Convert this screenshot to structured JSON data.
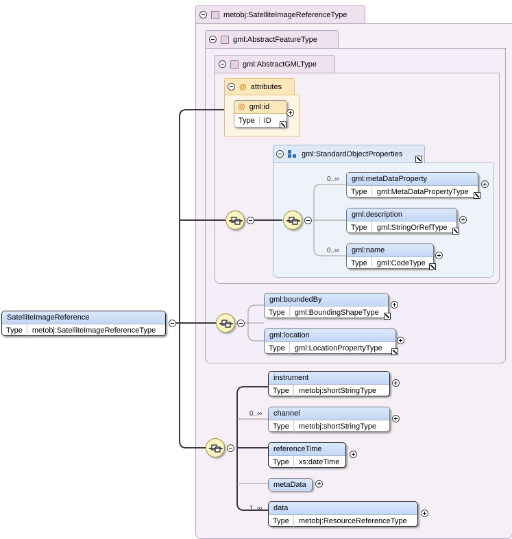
{
  "root": {
    "name": "SatelliteImageReference",
    "type_key": "Type",
    "type_value": "metobj:SatelliteImageReferenceType"
  },
  "types": {
    "outer": "metobj:SatelliteImageReferenceType",
    "feature": "gml:AbstractFeatureType",
    "gml": "gml:AbstractGMLType"
  },
  "attributes": {
    "title": "attributes",
    "at_symbol": "@",
    "id": {
      "name": "gml:id",
      "type_key": "Type",
      "type_value": "ID"
    }
  },
  "group": {
    "name": "gml:StandardObjectProperties"
  },
  "group_elements": [
    {
      "name": "gml:metaDataProperty",
      "type_key": "Type",
      "type_value": "gml:MetaDataPropertyType",
      "cardinality": "0..∞"
    },
    {
      "name": "gml:description",
      "type_key": "Type",
      "type_value": "gml:StringOrRefType",
      "cardinality": ""
    },
    {
      "name": "gml:name",
      "type_key": "Type",
      "type_value": "gml:CodeType",
      "cardinality": "0..∞"
    }
  ],
  "feature_elements": [
    {
      "name": "gml:boundedBy",
      "type_key": "Type",
      "type_value": "gml:BoundingShapeType"
    },
    {
      "name": "gml:location",
      "type_key": "Type",
      "type_value": "gml:LocationPropertyType"
    }
  ],
  "own_elements": [
    {
      "name": "instrument",
      "type_key": "Type",
      "type_value": "metobj:shortStringType",
      "cardinality": ""
    },
    {
      "name": "channel",
      "type_key": "Type",
      "type_value": "metobj:shortStringType",
      "cardinality": "0..∞"
    },
    {
      "name": "referenceTime",
      "type_key": "Type",
      "type_value": "xs:dateTime",
      "cardinality": ""
    },
    {
      "name": "metaData",
      "cardinality": ""
    },
    {
      "name": "data",
      "type_key": "Type",
      "type_value": "metobj:ResourceReferenceType",
      "cardinality": "1..∞"
    }
  ]
}
